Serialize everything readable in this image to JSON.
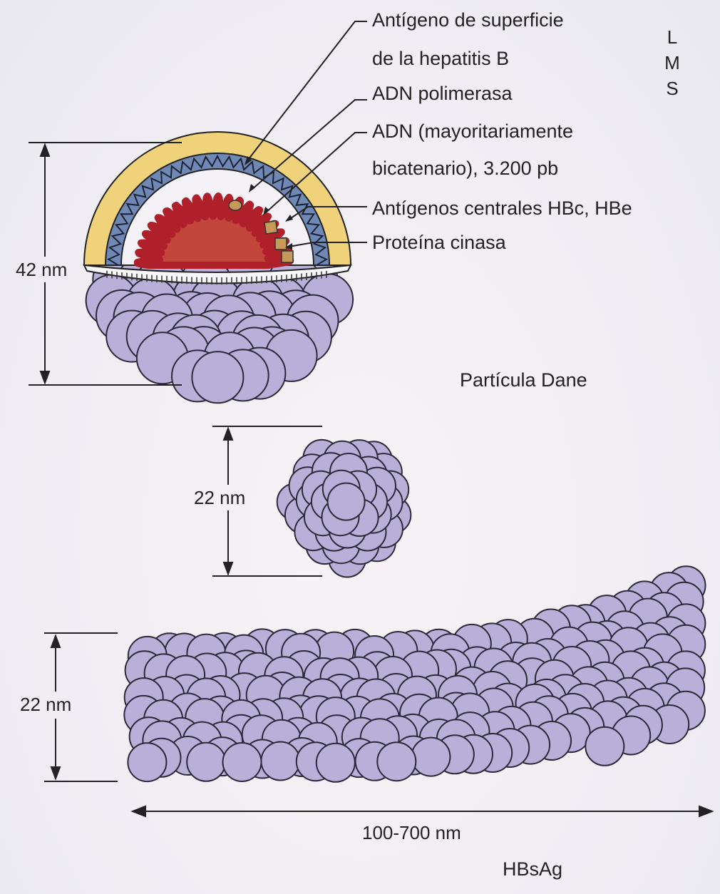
{
  "labels": {
    "surface_antigen_l1": "Antígeno de superficie",
    "surface_antigen_l2": "de la hepatitis B",
    "dna_polymerase": "ADN polimerasa",
    "dna_l1": "ADN (mayoritariamente",
    "dna_l2": "bicatenario), 3.200 pb",
    "core_antigens": "Antígenos centrales HBc, HBe",
    "protein_kinase": "Proteína cinasa",
    "lms": [
      "L",
      "M",
      "S"
    ]
  },
  "dimensions": {
    "dane_size": "42 nm",
    "sphere_size": "22 nm",
    "filament_size": "22 nm",
    "filament_length": "100-700 nm"
  },
  "captions": {
    "dane": "Partícula Dane",
    "hbsag": "HBsAg"
  },
  "colors": {
    "envelope_yellow": "#efd27a",
    "membrane_blue": "#6f88b5",
    "dna_red": "#b0202a",
    "core_fill": "#c2463b",
    "sphere_fill": "#b8b0d8",
    "kinase_brown": "#c79a58"
  }
}
